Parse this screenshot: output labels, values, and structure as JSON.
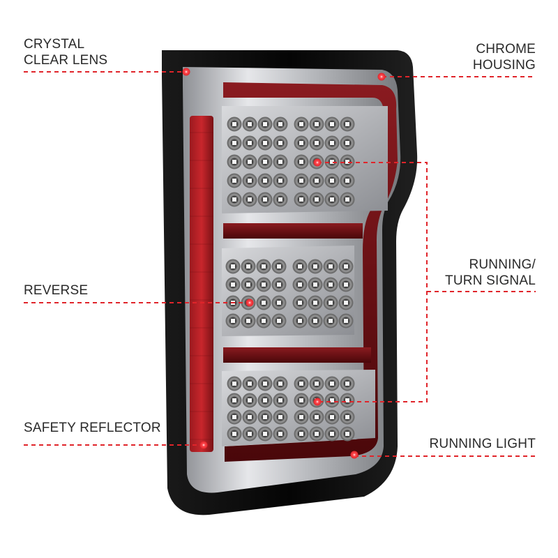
{
  "callouts": {
    "crystal_clear_lens": {
      "line1": "CRYSTAL",
      "line2": "CLEAR LENS"
    },
    "chrome_housing": {
      "line1": "CHROME",
      "line2": "HOUSING"
    },
    "running_turn_signal": {
      "line1": "RUNNING/",
      "line2": "TURN SIGNAL"
    },
    "reverse": {
      "line1": "REVERSE"
    },
    "safety_reflector": {
      "line1": "SAFETY REFLECTOR"
    },
    "running_light": {
      "line1": "RUNNING LIGHT"
    }
  },
  "colors": {
    "callout_line": "#e0242a",
    "callout_dot": "#ff2e36",
    "label_text": "#2a2a2a",
    "housing_black": "#0a0a0a",
    "chrome": "#c9cbcf",
    "red_tube": "#6e0d12"
  }
}
